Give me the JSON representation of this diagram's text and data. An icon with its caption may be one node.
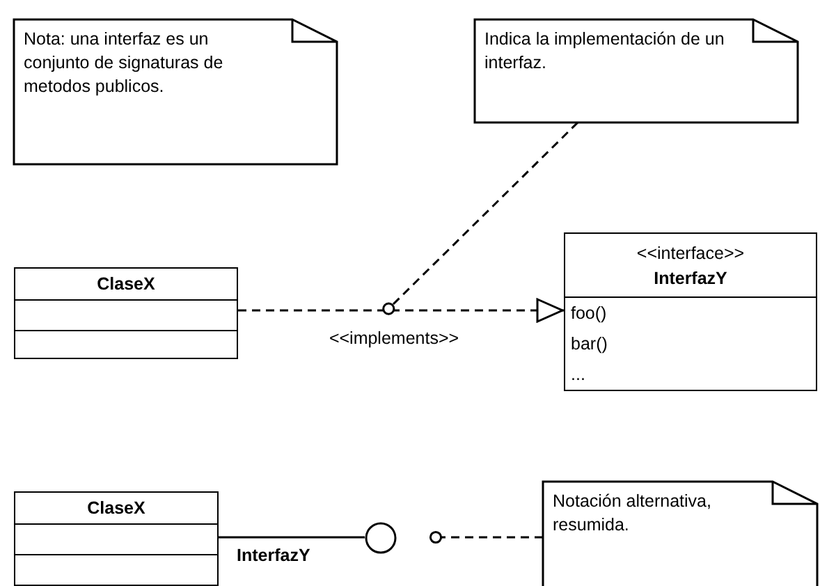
{
  "diagram": {
    "nodes": [
      {
        "text": [
          "Nota: una interfaz es un conjunto de signaturas de metodos publicos."
        ]
      },
      {
        "text": [
          "Indica la implementación de un interfaz."
        ]
      },
      {
        "text": [
          "ClaseX"
        ]
      },
      {
        "text": [
          "<<interface>>",
          "InterfazY",
          "foo()",
          "bar()",
          "..."
        ]
      },
      {
        "text": [
          "ClaseX"
        ]
      },
      {
        "text": [],
        "shape": "circle"
      },
      {
        "text": [
          "Notación alternativa, resumida."
        ]
      }
    ],
    "edges": [
      {
        "from": 2,
        "to": 3,
        "arrow": "to",
        "style": "dashed",
        "label": "<<implements>>"
      },
      {
        "from": 1,
        "to": null,
        "arrow": "other",
        "style": "dashed"
      },
      {
        "from": 4,
        "to": 5,
        "arrow": "none"
      },
      {
        "from": 6,
        "to": null,
        "arrow": "other",
        "style": "dashed"
      }
    ],
    "labels": [
      "InterfazY"
    ]
  }
}
